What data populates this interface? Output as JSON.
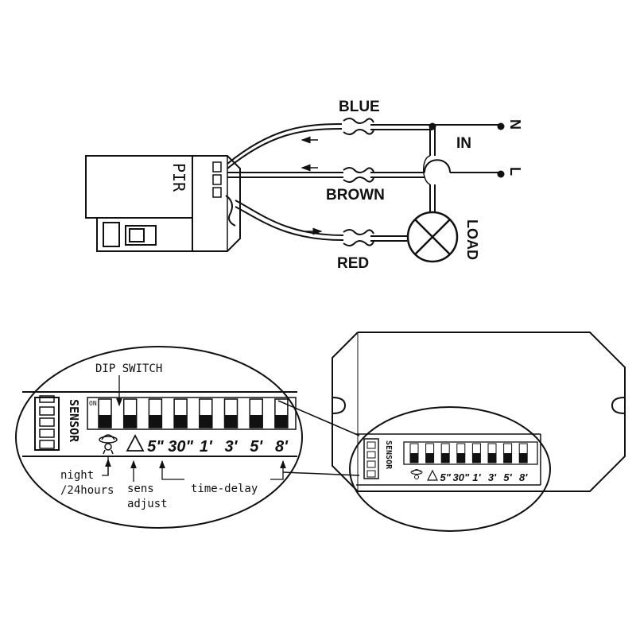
{
  "wiring": {
    "pir_label": "PIR",
    "wire_blue": "BLUE",
    "wire_brown": "BROWN",
    "wire_red": "RED",
    "in_label": "IN",
    "neutral_label": "N",
    "line_label": "L",
    "load_label": "LOAD"
  },
  "dip_detail": {
    "title": "DIP SWITCH",
    "on_label": "ON",
    "sensor_label": "SENSOR",
    "switch_count": 8,
    "positions": [
      "night-icon",
      "triangle-icon",
      "5\"",
      "30\"",
      "1'",
      "3'",
      "5'",
      "8'"
    ],
    "night_line1": "night",
    "night_line2": "/24hours",
    "sens_line1": "sens",
    "sens_line2": "adjust",
    "time_delay": "time-delay"
  },
  "module_inset": {
    "sensor_label": "SENSOR",
    "positions": [
      "night-icon",
      "triangle-icon",
      "5\"",
      "30\"",
      "1'",
      "3'",
      "5'",
      "8'"
    ]
  },
  "colors": {
    "ink": "#111111",
    "background": "#ffffff"
  }
}
